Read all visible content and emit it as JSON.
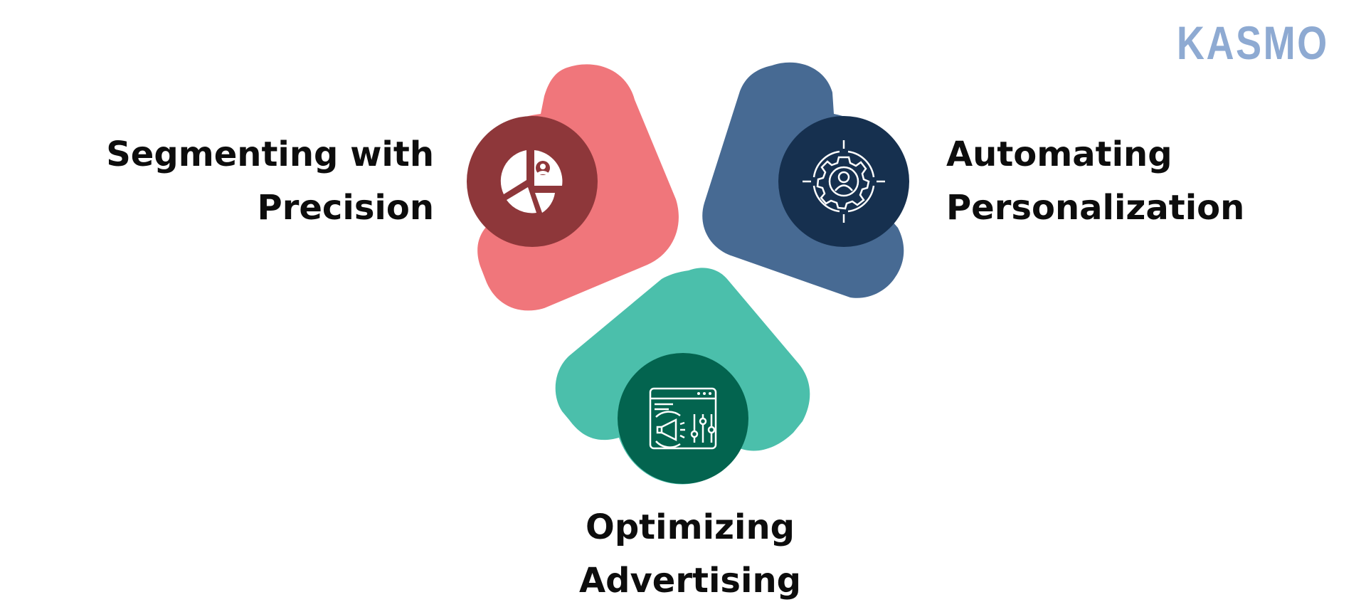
{
  "brand": {
    "logo_text": "KASMO",
    "color": "#8eaad2"
  },
  "items": [
    {
      "id": "segmenting",
      "lines": [
        "Segmenting with",
        "Precision"
      ],
      "icon": "pie-chart-user-icon",
      "shape_color": "#f0767b",
      "circle_color": "#8e373a"
    },
    {
      "id": "automating",
      "lines": [
        "Automating",
        "Personalization"
      ],
      "icon": "gear-user-icon",
      "shape_color": "#476a93",
      "circle_color": "#16304f"
    },
    {
      "id": "optimizing",
      "lines": [
        "Optimizing",
        "Advertising"
      ],
      "icon": "browser-megaphone-sliders-icon",
      "shape_color": "#4bbfab",
      "circle_color": "#03644f"
    }
  ]
}
